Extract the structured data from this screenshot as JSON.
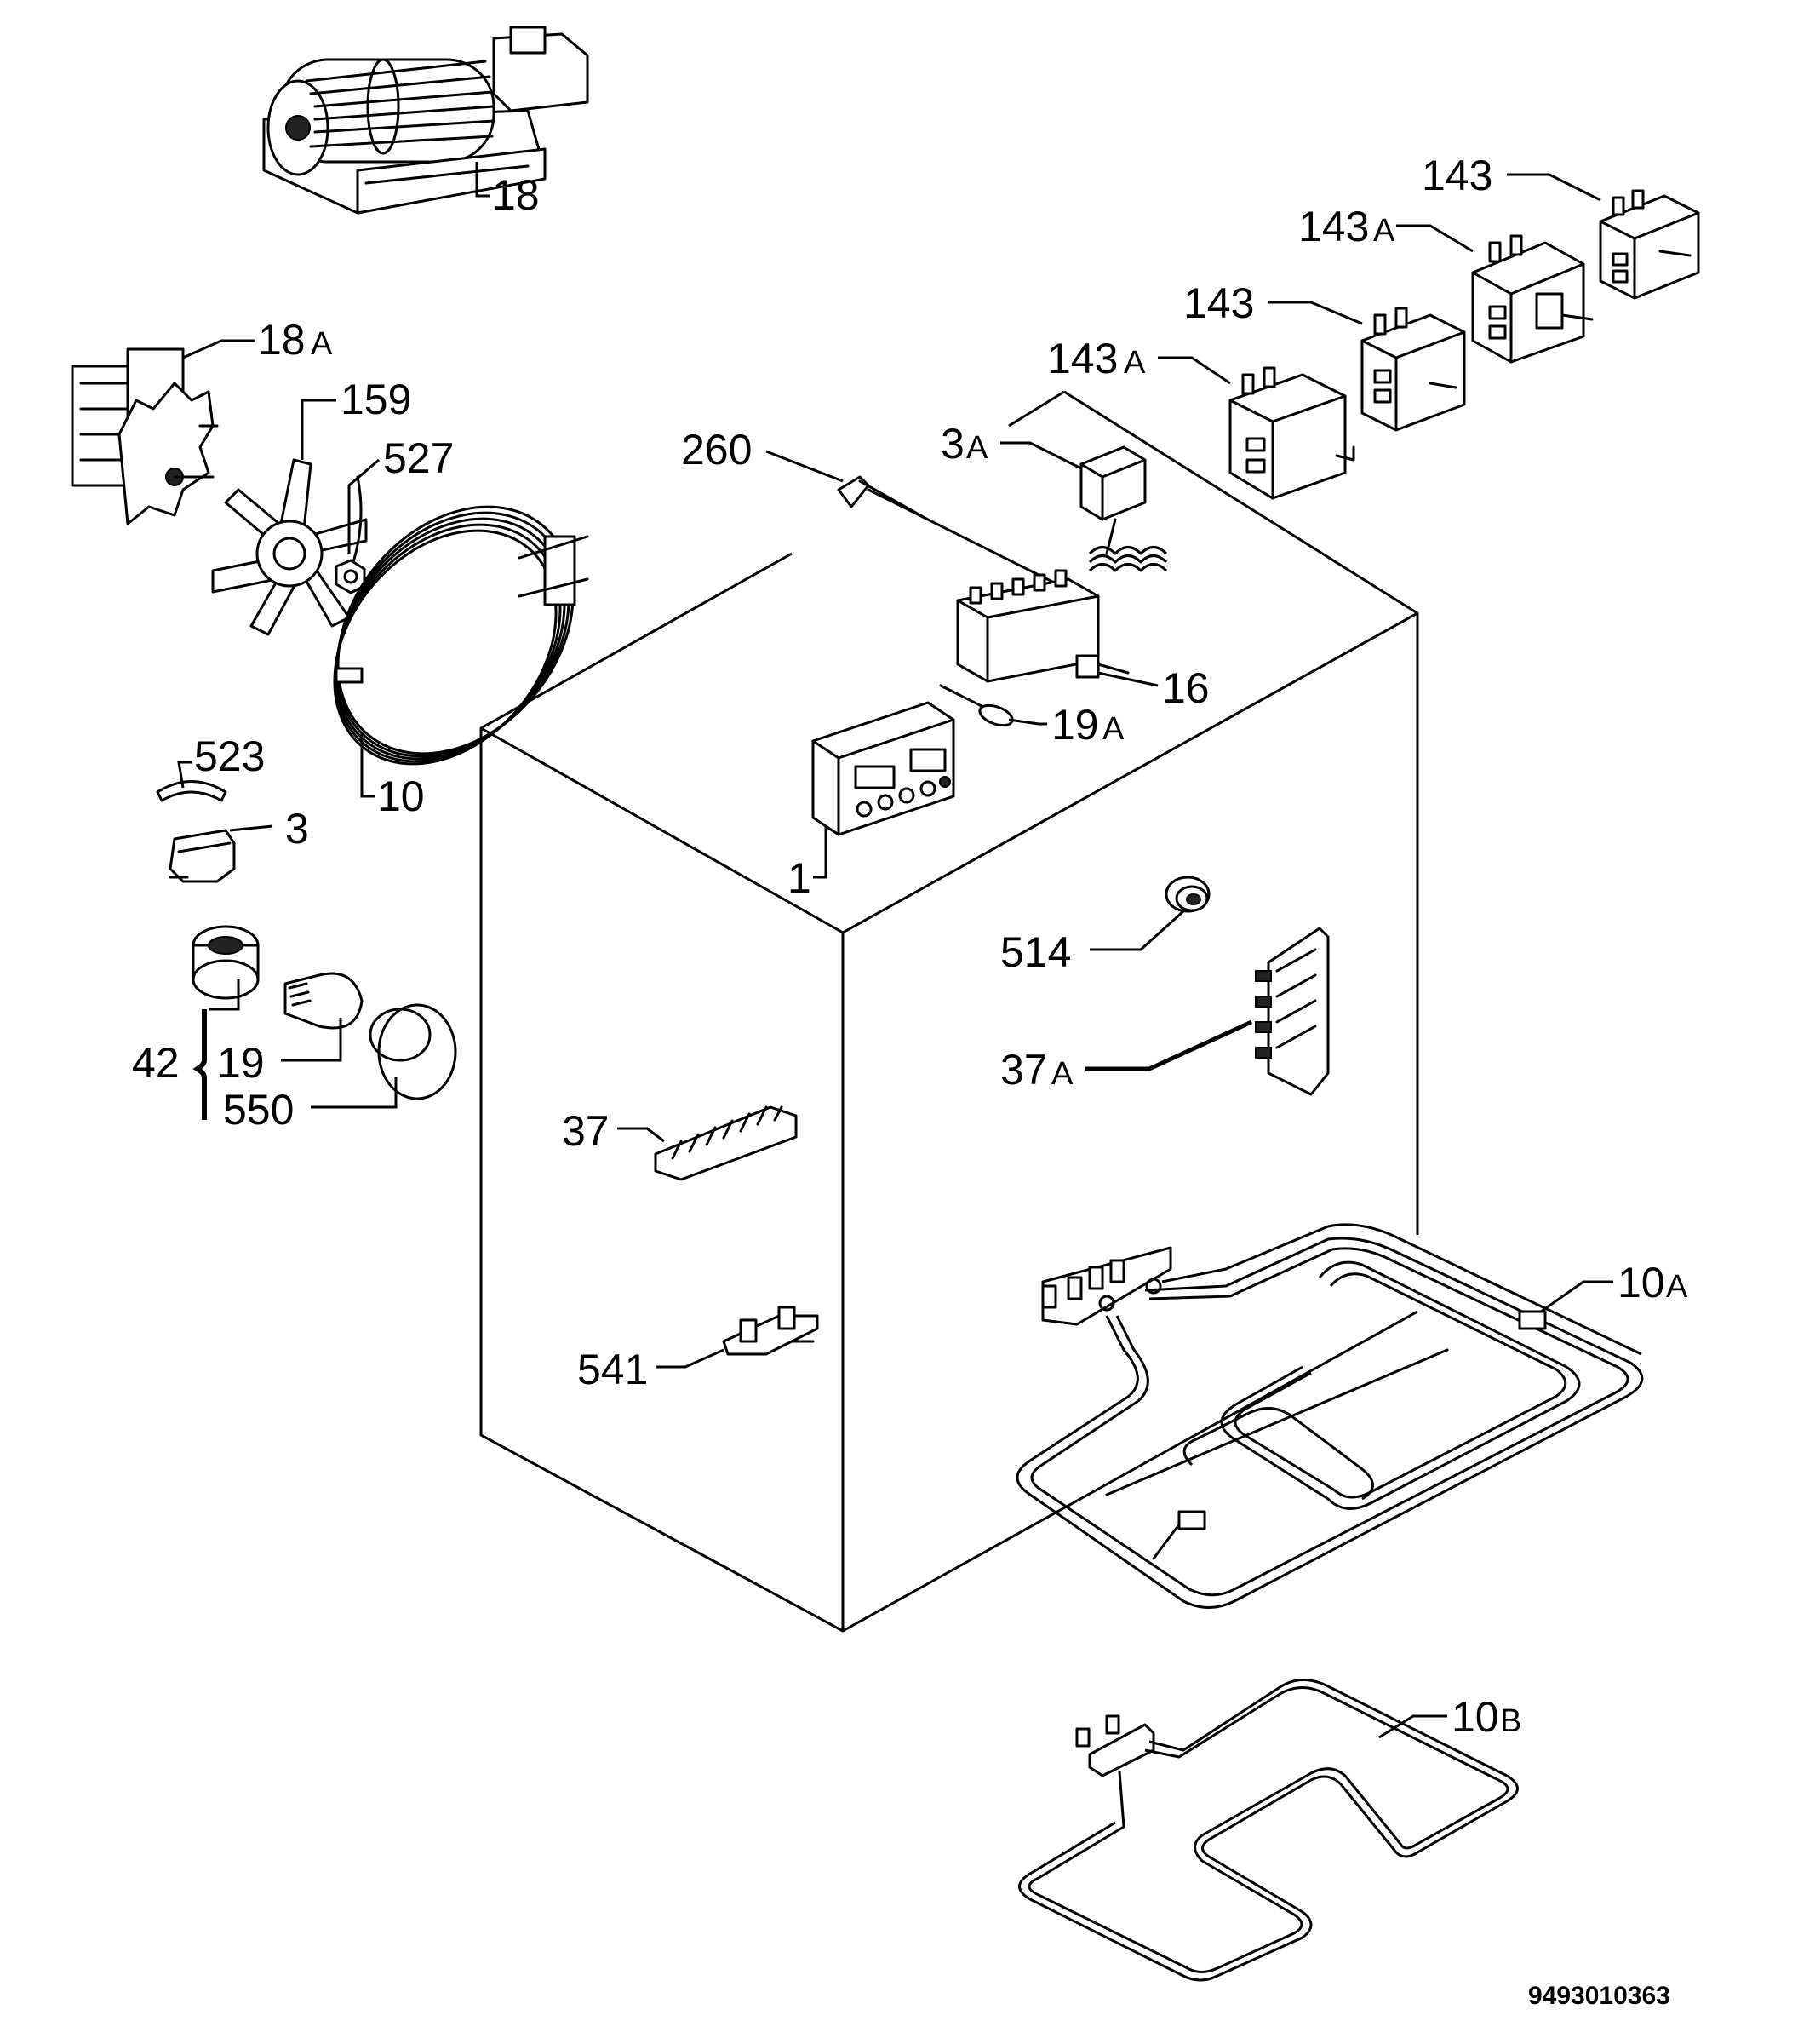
{
  "labels": {
    "p18": "18",
    "p18a": "18",
    "p18a_sub": "A",
    "p159": "159",
    "p527": "527",
    "p10": "10",
    "p523": "523",
    "p3": "3",
    "p42": "42",
    "p19": "19",
    "p550": "550",
    "p260": "260",
    "p3a": "3",
    "p3a_sub": "A",
    "p143a1": "143",
    "p143a1_sub": "A",
    "p143_1": "143",
    "p143a2": "143",
    "p143a2_sub": "A",
    "p143_2": "143",
    "p16": "16",
    "p19a": "19",
    "p19a_sub": "A",
    "p1": "1",
    "p514": "514",
    "p37a": "37",
    "p37a_sub": "A",
    "p37": "37",
    "p541": "541",
    "p10a": "10",
    "p10a_sub": "A",
    "p10b": "10",
    "p10b_sub": "B"
  },
  "drawing_number": "9493010363"
}
